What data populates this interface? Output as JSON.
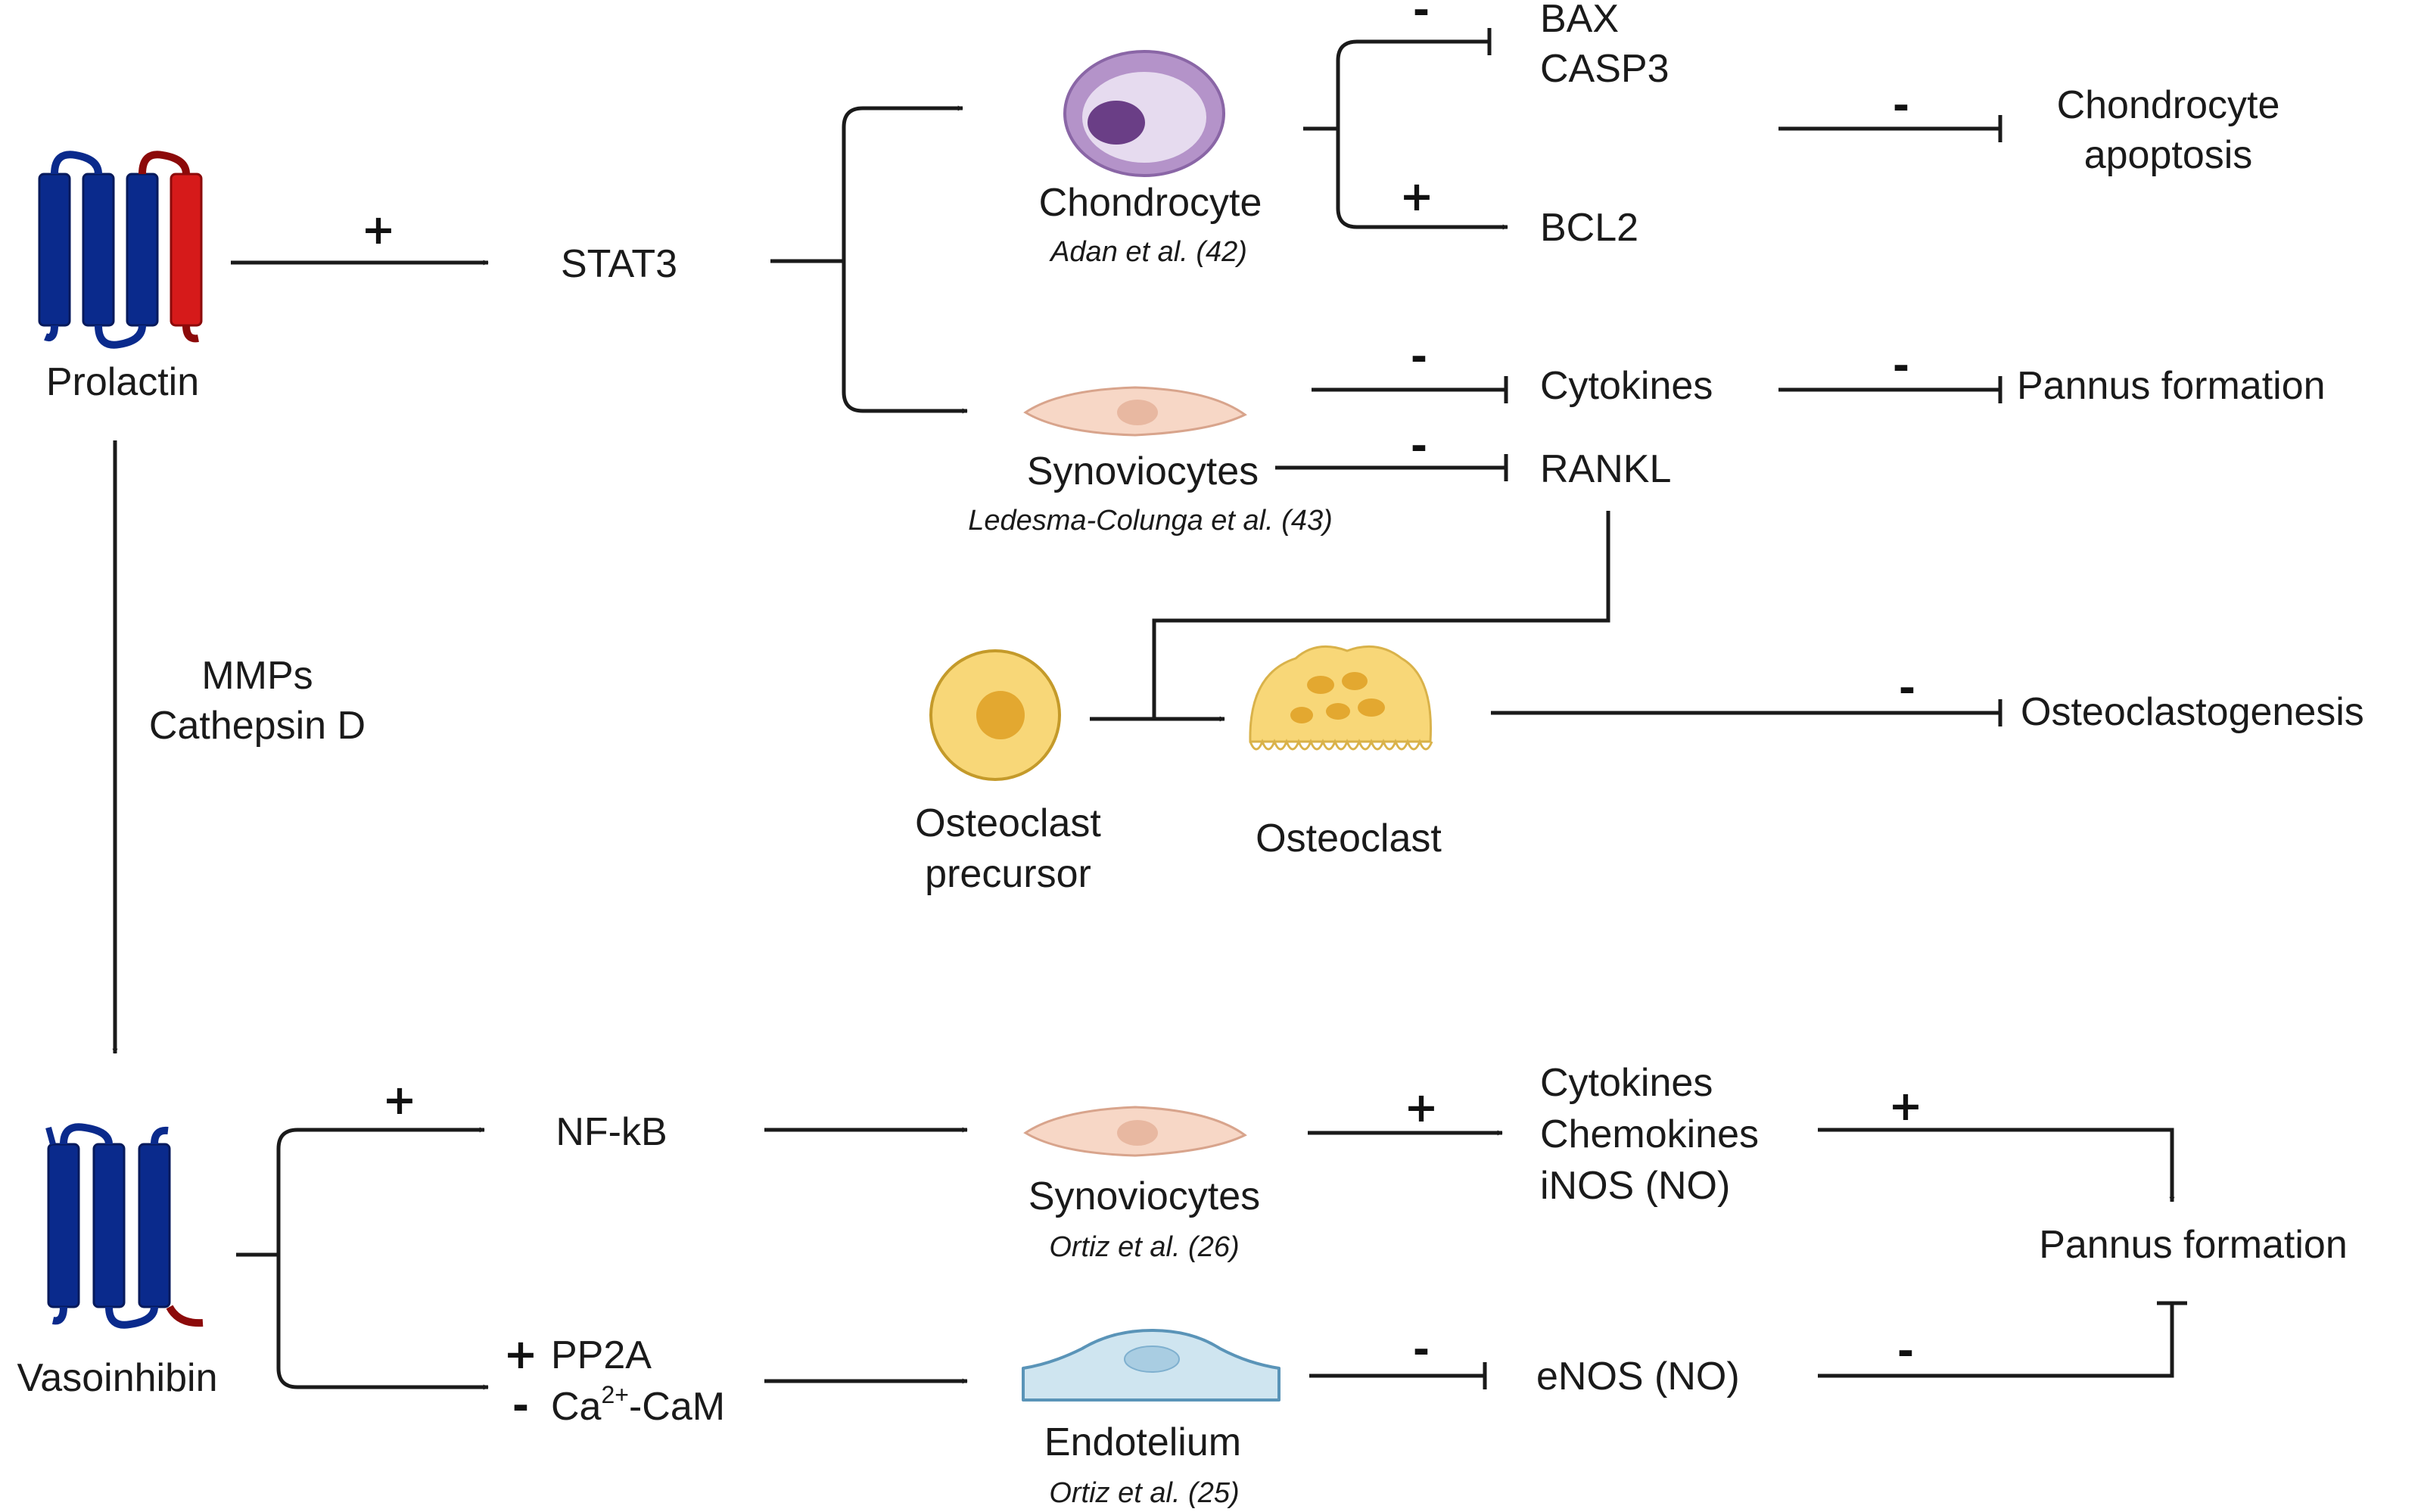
{
  "nodes": {
    "prolactin": "Prolactin",
    "stat3": "STAT3",
    "chondrocyte": "Chondrocyte",
    "chondrocyte_ref": "Adan et al. (42)",
    "bax": "BAX",
    "casp3": "CASP3",
    "bcl2": "BCL2",
    "chondrocyte_apoptosis_line1": "Chondrocyte",
    "chondrocyte_apoptosis_line2": "apoptosis",
    "synoviocytes_top": "Synoviocytes",
    "synoviocytes_top_ref": "Ledesma-Colunga et al. (43)",
    "cytokines": "Cytokines",
    "rankl": "RANKL",
    "pannus_top": "Pannus formation",
    "mmps": "MMPs",
    "cathepsin": "Cathepsin D",
    "osteoclast_precursor_line1": "Osteoclast",
    "osteoclast_precursor_line2": "precursor",
    "osteoclast": "Osteoclast",
    "osteoclastogenesis": "Osteoclastogenesis",
    "vasoinhibin": "Vasoinhibin",
    "nfkb": "NF-kB",
    "synoviocytes_bottom": "Synoviocytes",
    "synoviocytes_bottom_ref": "Ortiz et al. (26)",
    "cytokines_b": "Cytokines",
    "chemokines": "Chemokines",
    "inos": "iNOS (NO)",
    "pannus_bottom": "Pannus formation",
    "pp2a": "PP2A",
    "ca_cam_base": "Ca",
    "ca_cam_sup": "2+",
    "ca_cam_rest": "-CaM",
    "endotelium": "Endotelium",
    "endotelium_ref": "Ortiz et al. (25)",
    "enos": "eNOS (NO)"
  },
  "signs": {
    "plus": "+",
    "minus": "-"
  },
  "colors": {
    "receptor_blue": "#0a2a8c",
    "receptor_red": "#d61a1a",
    "chondrocyte_outer": "#b493c9",
    "chondrocyte_inner": "#e6dbef",
    "chondrocyte_nucleus": "#6a3e86",
    "synoviocyte": "#f7d7c6",
    "synoviocyte_nucleus": "#e8b8a1",
    "osteoclast": "#f8d778",
    "osteoclast_nucleus": "#e3a830",
    "endothelium": "#cfe5f0",
    "endothelium_edge": "#5a94b8"
  }
}
